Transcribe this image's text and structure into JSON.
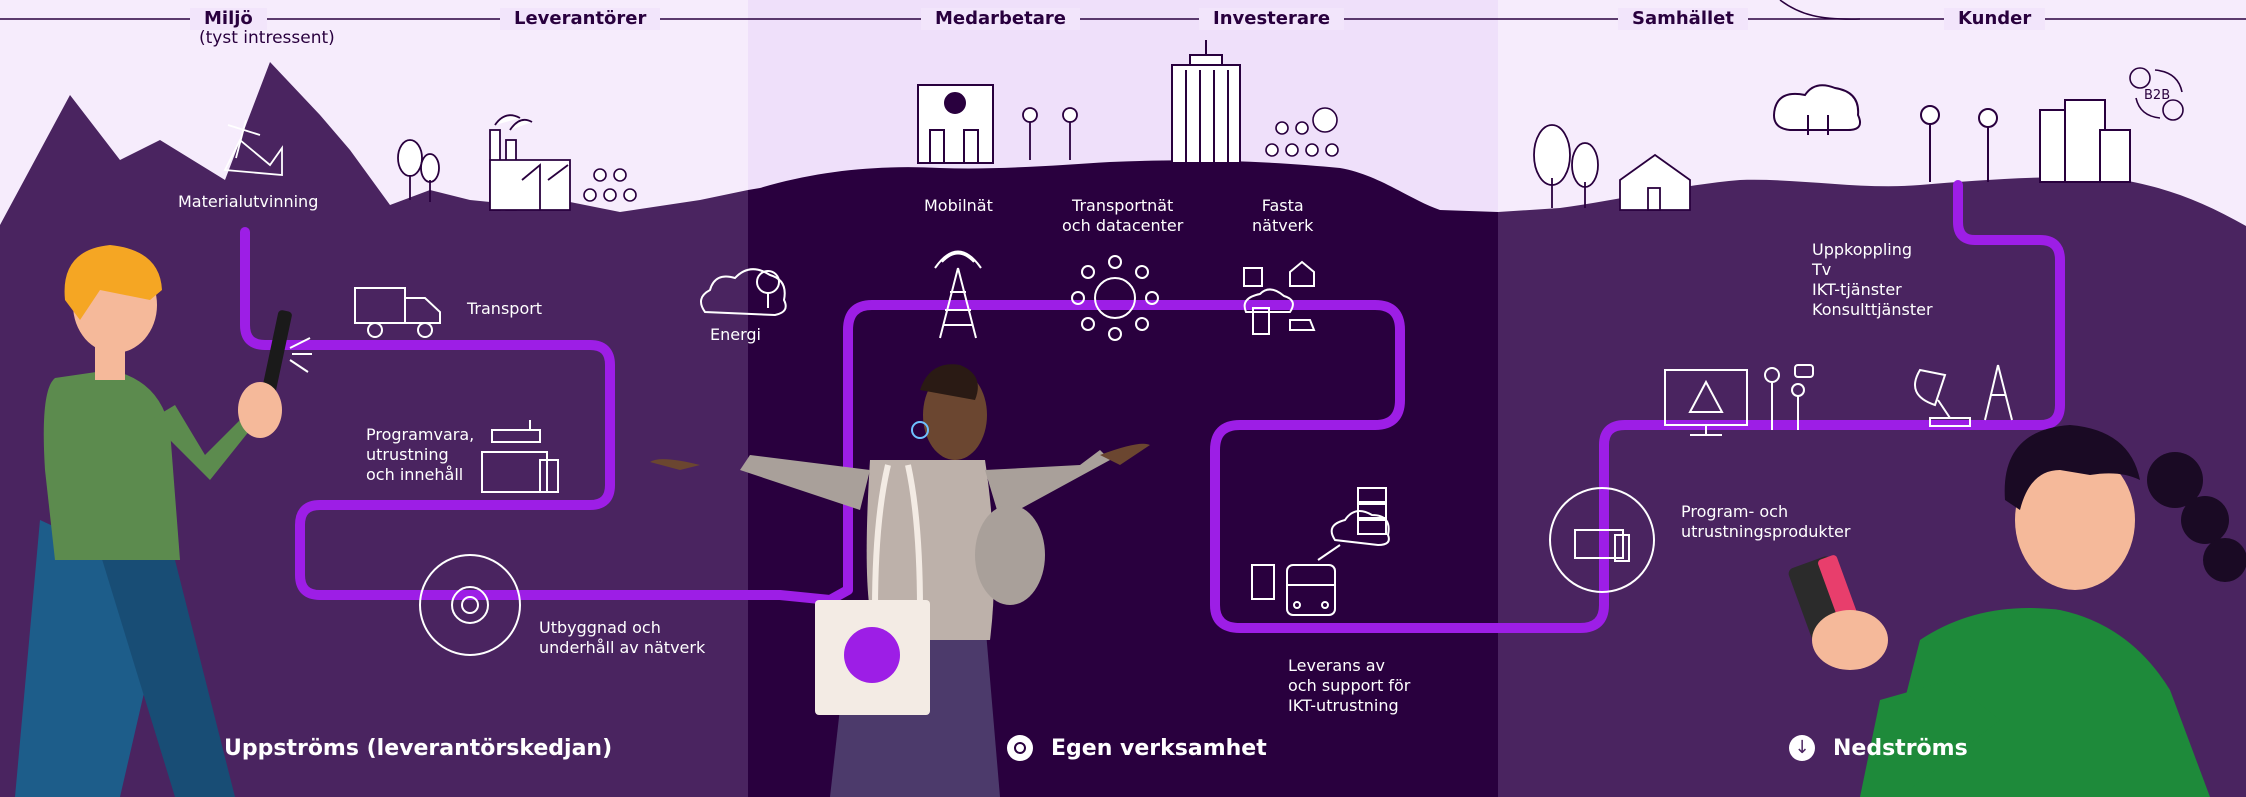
{
  "header": {
    "stakeholders": [
      "Miljö",
      "Leverantörer",
      "Medarbetare",
      "Investerare",
      "Samhället",
      "Kunder"
    ],
    "miljo_note": "(tyst intressent)"
  },
  "labels": {
    "materialutvinning": "Materialutvinning",
    "transport": "Transport",
    "energi": "Energi",
    "programvara": "Programvara,\nutrustning\noch innehåll",
    "utbyggnad": "Utbyggnad och\nunderhåll av nätverk",
    "mobilnat": "Mobilnät",
    "transportnat": "Transportnät\noch datacenter",
    "fasta": "Fasta\nnätverk",
    "leverans": "Leverans av\noch support för\nIKT-utrustning",
    "uppkoppling": "Uppkoppling\nTv\nIKT-tjänster\nKonsulttjänster",
    "program_prod": "Program- och\nutrustningsprodukter",
    "b2b": "B2B"
  },
  "sections": {
    "upstream": "Uppströms (leverantörskedjan)",
    "own": "Egen verksamhet",
    "downstream": "Nedströms"
  },
  "colors": {
    "light_bg": "#f3e6fb",
    "upstream_bg": "#4a2460",
    "own_bg": "#29003e",
    "downstream_bg": "#4a2460",
    "flow_line": "#9d1ee6",
    "ink": "#29003e"
  }
}
